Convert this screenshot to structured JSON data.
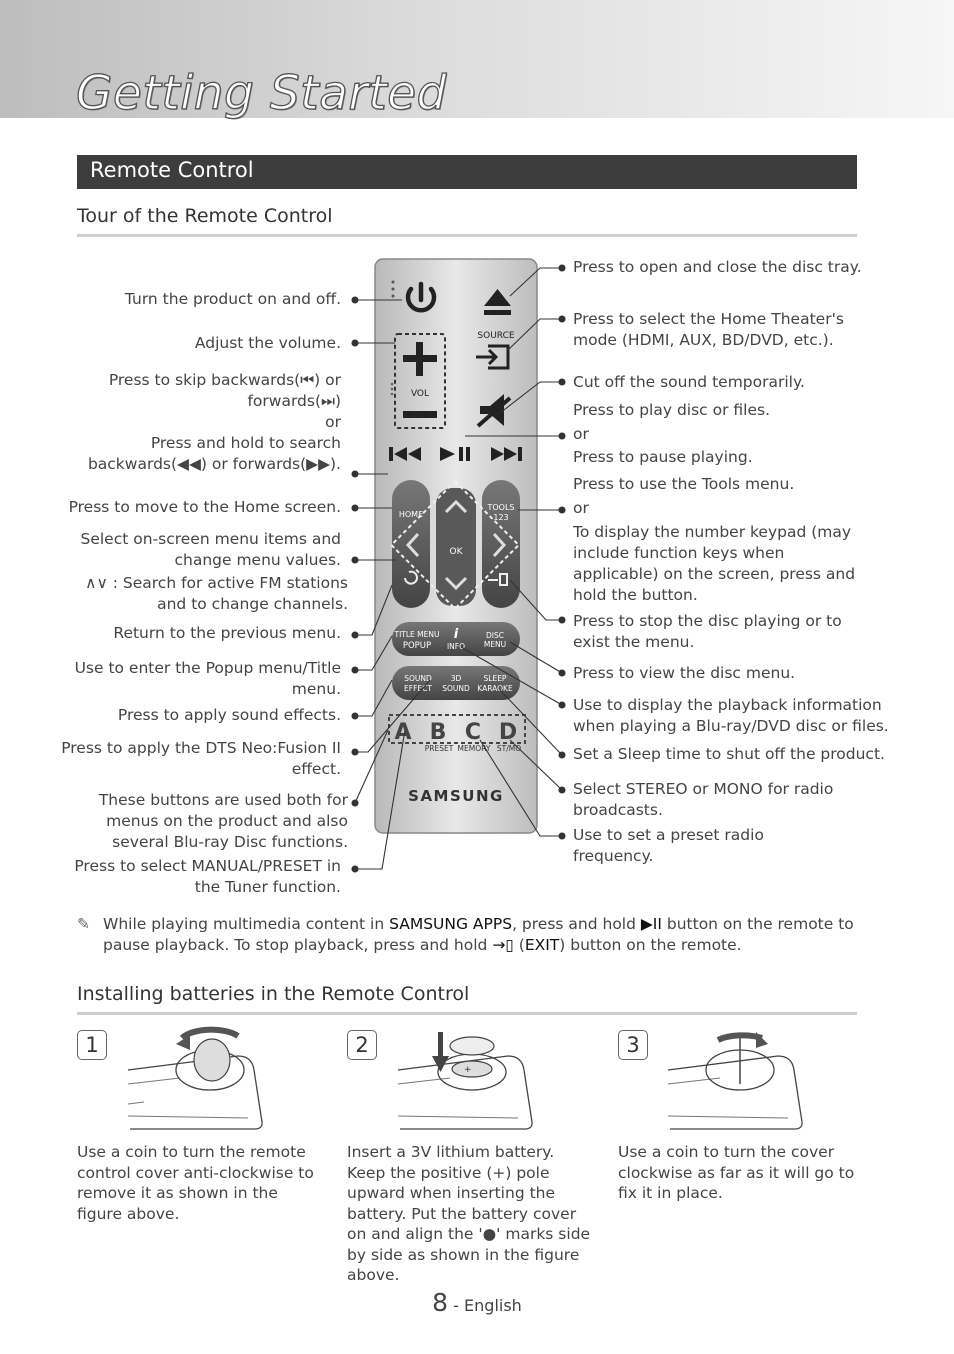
{
  "chapter_title": "Getting Started",
  "section_title": "Remote Control",
  "tour_heading": "Tour of the Remote Control",
  "remote": {
    "source": "SOURCE",
    "vol": "VOL",
    "home": "HOME",
    "tools": "TOOLS",
    "tools_num": "123",
    "ok": "OK",
    "title_menu": "TITLE MENU",
    "popup": "POPUP",
    "info": "INFO",
    "disc": "DISC",
    "menu": "MENU",
    "sound": "SOUND",
    "effect": "EFFECT",
    "threed": "3D",
    "sound2": "SOUND",
    "sleep": "SLEEP",
    "karaoke": "KARAOKE",
    "abcd": [
      "A",
      "B",
      "C",
      "D"
    ],
    "preset": "PRESET",
    "memory": "MEMORY",
    "stmo": "ST/MO",
    "brand": "SAMSUNG"
  },
  "left_labels": {
    "power": "Turn the product on and off.",
    "volume": "Adjust the volume.",
    "skip_1": "Press to skip backwards(⏮) or",
    "skip_2": "forwards(⏭)",
    "skip_or": "or",
    "search_1": "Press and hold to search",
    "search_2": "backwards(◀◀) or forwards(▶▶).",
    "home": "Press to move to the Home screen.",
    "select_1": "Select on-screen menu items and",
    "select_2": "change menu values.",
    "fm_1": "∧∨ : Search for active FM stations",
    "fm_2": "and to change channels.",
    "return": "Return to the previous menu.",
    "popup_1": "Use to enter the Popup menu/Title",
    "popup_2": "menu.",
    "sound": "Press to apply sound effects.",
    "dts_1": "Press to apply the DTS Neo:Fusion II",
    "dts_2": "effect.",
    "abcd_1": "These buttons are used both for",
    "abcd_2": "menus on the product and also",
    "abcd_3": "several Blu-ray Disc functions.",
    "tuner_1": "Press to select MANUAL/PRESET in",
    "tuner_2": "the Tuner function."
  },
  "right_labels": {
    "eject": "Press to open and close the disc tray.",
    "source_1": "Press to select the Home Theater's",
    "source_2": "mode (HDMI, AUX, BD/DVD, etc.).",
    "mute": "Cut off the sound temporarily.",
    "play": "Press to play disc or files.",
    "or1": "or",
    "pause": "Press to pause playing.",
    "tools": "Press to use the Tools menu.",
    "or2": "or",
    "keypad_1": "To display the number keypad (may",
    "keypad_2": "include function keys when",
    "keypad_3": "applicable) on the screen, press and",
    "keypad_4": "hold the button.",
    "stop_1": "Press to stop the disc playing or to",
    "stop_2": "exist the menu.",
    "disc": "Press to view the disc menu.",
    "info_1": "Use to display the playback information",
    "info_2": "when playing a Blu-ray/DVD disc or files.",
    "sleep": "Set a Sleep time to shut off the product.",
    "stereo_1": "Select STEREO or MONO for radio",
    "stereo_2": "broadcasts.",
    "memory_1": "Use to set a preset radio",
    "memory_2": "frequency."
  },
  "note": {
    "icon": "✎",
    "p1": "While playing multimedia content in ",
    "b1": "SAMSUNG APPS",
    "p2": ", press and hold ",
    "g1": "▶II",
    "p3": " button on the remote to pause playback. To stop playback, press and hold ",
    "g2": "→▯",
    "p4": " (",
    "b2": "EXIT",
    "p5": ") button on the remote."
  },
  "batteries_heading": "Installing batteries in the Remote Control",
  "steps": [
    {
      "num": "1",
      "text": "Use a coin to turn the remote control cover anti-clockwise to remove it as shown in the figure above."
    },
    {
      "num": "2",
      "text": "Insert a 3V lithium battery. Keep the positive (+) pole upward when inserting the battery. Put the battery cover on and align the '●' marks side by side as shown in the figure above."
    },
    {
      "num": "3",
      "text": "Use a coin to turn the cover clockwise as far as it will go to fix it in place."
    }
  ],
  "footer": {
    "page": "8",
    "sep": " - ",
    "lang": "English"
  }
}
